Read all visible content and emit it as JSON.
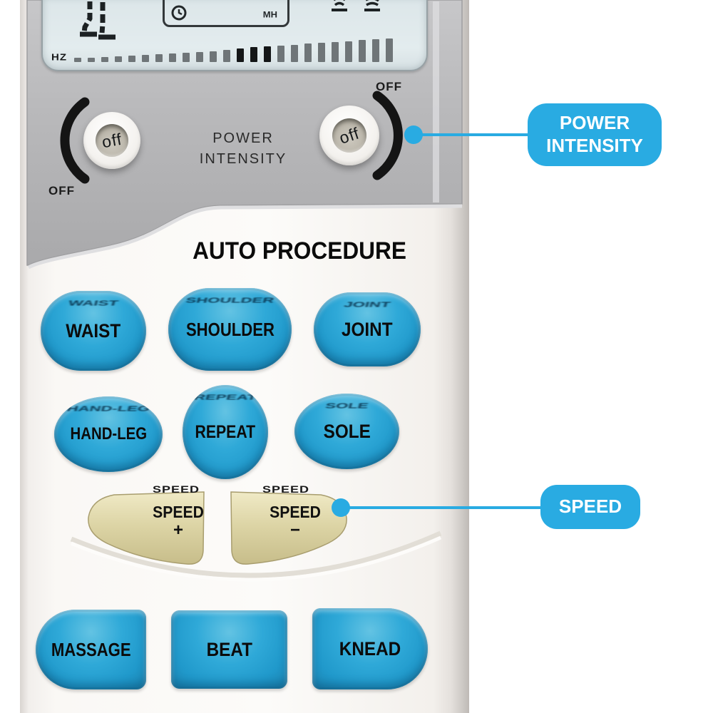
{
  "colors": {
    "callout_blue": "#29abe2",
    "button_blue": "#2aa5d6",
    "button_tan": "#ded6a8",
    "panel_silver": "#b9b9bb",
    "lcd_background": "#dfe8ea"
  },
  "lcd": {
    "hz_label": "HZ",
    "mh_label": "MH",
    "bar_heights": [
      6,
      6,
      7,
      8,
      9,
      10,
      11,
      12,
      13,
      14,
      15,
      17,
      19,
      21,
      22,
      23,
      24,
      26,
      27,
      28,
      29,
      31,
      32,
      33
    ],
    "dark_bars": [
      12,
      13,
      14
    ]
  },
  "intensity": {
    "label_line1": "POWER",
    "label_line2": "INTENSITY",
    "knob_value": "off",
    "left_off_label": "OFF",
    "right_off_label": "OFF"
  },
  "auto_procedure": {
    "title": "AUTO PROCEDURE",
    "row1": [
      "WAIST",
      "SHOULDER",
      "JOINT"
    ],
    "row2": [
      "HAND-LEG",
      "REPEAT",
      "SOLE"
    ]
  },
  "speed": {
    "printed_left": "SPEED",
    "printed_right": "SPEED",
    "plus_label": "SPEED",
    "plus_sign": "+",
    "minus_label": "SPEED",
    "minus_sign": "−"
  },
  "modes": [
    "MASSAGE",
    "BEAT",
    "KNEAD"
  ],
  "callouts": {
    "power_intensity": {
      "line1": "POWER",
      "line2": "INTENSITY"
    },
    "speed": {
      "label": "SPEED"
    }
  }
}
